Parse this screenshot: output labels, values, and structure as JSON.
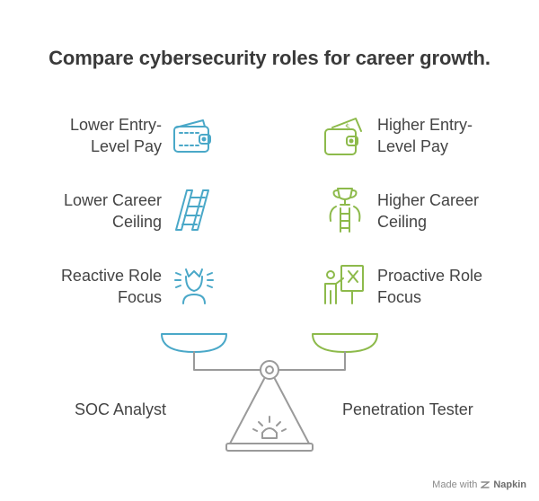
{
  "title": "Compare cybersecurity roles for career growth.",
  "left_items": [
    {
      "line1": "Lower Entry-",
      "line2": "Level Pay",
      "icon": "wallet-icon"
    },
    {
      "line1": "Lower Career",
      "line2": "Ceiling",
      "icon": "ladder-icon"
    },
    {
      "line1": "Reactive Role",
      "line2": "Focus",
      "icon": "alert-person-icon"
    }
  ],
  "right_items": [
    {
      "line1": "Higher Entry-",
      "line2": "Level Pay",
      "icon": "wallet-cash-icon"
    },
    {
      "line1": "Higher Career",
      "line2": "Ceiling",
      "icon": "trophy-ladder-icon"
    },
    {
      "line1": "Proactive Role",
      "line2": "Focus",
      "icon": "presenter-board-icon"
    }
  ],
  "scale": {
    "left_label": "SOC Analyst",
    "right_label": "Penetration Tester"
  },
  "colors": {
    "left": "#4aa8c8",
    "right": "#8dba4b",
    "neutral": "#9a9a9a",
    "text": "#444444"
  },
  "footer": {
    "prefix": "Made with",
    "brand": "Napkin"
  }
}
